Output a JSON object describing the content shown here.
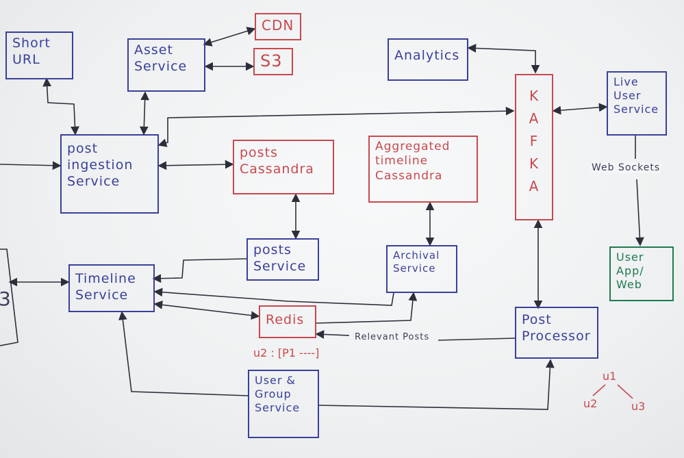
{
  "boxes": {
    "short_url": "Short URL",
    "asset_service": "Asset Service",
    "cdn": "CDN",
    "s3": "S3",
    "analytics": "Analytics",
    "kafka": [
      "K",
      "A",
      "F",
      "K",
      "A"
    ],
    "live_user_service": "Live User Service",
    "post_ingestion_service": "post ingestion Service",
    "posts_cassandra": "posts Cassandra",
    "aggregated_timeline_cassandra": "Aggregated timeline Cassandra",
    "posts_service": "posts Service",
    "archival_service": "Archival Service",
    "timeline_service": "Timeline Service",
    "redis": "Redis",
    "user_app_web": "User App/ Web",
    "post_processor": "Post Processor",
    "user_group_service": "User & Group Service"
  },
  "labels": {
    "websockets": "Web Sockets",
    "relevant_posts": "Relevant Posts",
    "redis_entry": "u2 : [P1 ----]",
    "left_partial": "3"
  },
  "tree": {
    "root": "u1",
    "left": "u2",
    "right": "u3"
  }
}
